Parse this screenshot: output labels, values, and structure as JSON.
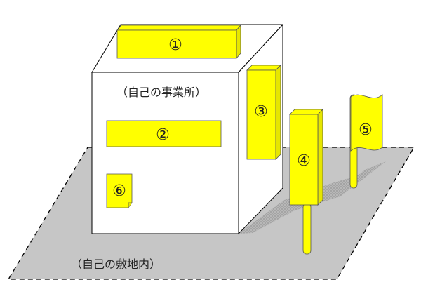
{
  "labels": {
    "building": "（自己の事業所）",
    "ground": "（自己の敷地内）"
  },
  "signs": [
    {
      "number": "①"
    },
    {
      "number": "②"
    },
    {
      "number": "③"
    },
    {
      "number": "④"
    },
    {
      "number": "⑤"
    },
    {
      "number": "⑥"
    }
  ],
  "colors": {
    "sign_yellow": "#ffff00",
    "ground_gray": "#c6c6c6",
    "building_white": "#ffffff",
    "outline": "#000000"
  }
}
